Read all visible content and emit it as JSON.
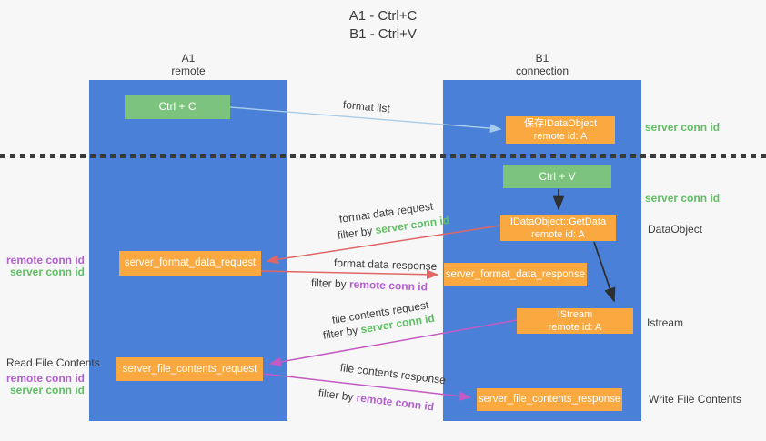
{
  "title": {
    "line1": "A1 - Ctrl+C",
    "line2": "B1 - Ctrl+V"
  },
  "lifelines": {
    "a1": {
      "name": "A1",
      "role": "remote"
    },
    "b1": {
      "name": "B1",
      "role": "connection"
    }
  },
  "nodes": {
    "ctrl_c": {
      "label": "Ctrl + C"
    },
    "save_idataobject": {
      "line1": "保存IDataObject",
      "line2": "remote id: A"
    },
    "ctrl_v": {
      "label": "Ctrl + V"
    },
    "getdata": {
      "line1": "IDataObject::GetData",
      "line2": "remote id: A"
    },
    "server_format_data_request": {
      "label": "server_format_data_request"
    },
    "server_format_data_response": {
      "label": "server_format_data_response"
    },
    "istream": {
      "line1": "IStream",
      "line2": "remote id: A"
    },
    "server_file_contents_request": {
      "label": "server_file_contents_request"
    },
    "server_file_contents_response": {
      "label": "server_file_contents_response"
    }
  },
  "flow_labels": {
    "format_list": "format list",
    "format_data_request": "format data request",
    "format_data_request_filter": {
      "prefix": "filter by ",
      "key": "server conn id"
    },
    "format_data_response": "format data response",
    "format_data_response_filter": {
      "prefix": "filter by ",
      "key": "remote conn id"
    },
    "file_contents_request": "file contents request",
    "file_contents_request_filter": {
      "prefix": "filter by ",
      "key": "server conn id"
    },
    "file_contents_response": "file contents response",
    "file_contents_response_filter": {
      "prefix": "filter by ",
      "key": "remote conn id"
    }
  },
  "annotations": {
    "right_server_conn_id_top": "server conn id",
    "right_server_conn_id_mid": "server conn id",
    "right_dataobject": "DataObject",
    "right_istream": "Istream",
    "right_write_file_contents": "Write File Contents",
    "left_remote_conn_id_top": "remote conn id",
    "left_server_conn_id_top": "server conn id",
    "left_read_file_contents": "Read File Contents",
    "left_remote_conn_id_bottom": "remote conn id",
    "left_server_conn_id_bottom": "server conn id"
  },
  "colors": {
    "lifeline_blue": "#4a80d8",
    "node_green": "#7cc47d",
    "node_orange": "#f9a940",
    "arrow_blue": "#a8cdea",
    "arrow_red": "#e06666",
    "arrow_magenta": "#c45ac4",
    "arrow_black": "#2f2f2f",
    "text_green": "#5fbf63",
    "text_purple": "#b35fd1",
    "text_dark": "#3c3c3c",
    "background": "#f7f7f7"
  }
}
